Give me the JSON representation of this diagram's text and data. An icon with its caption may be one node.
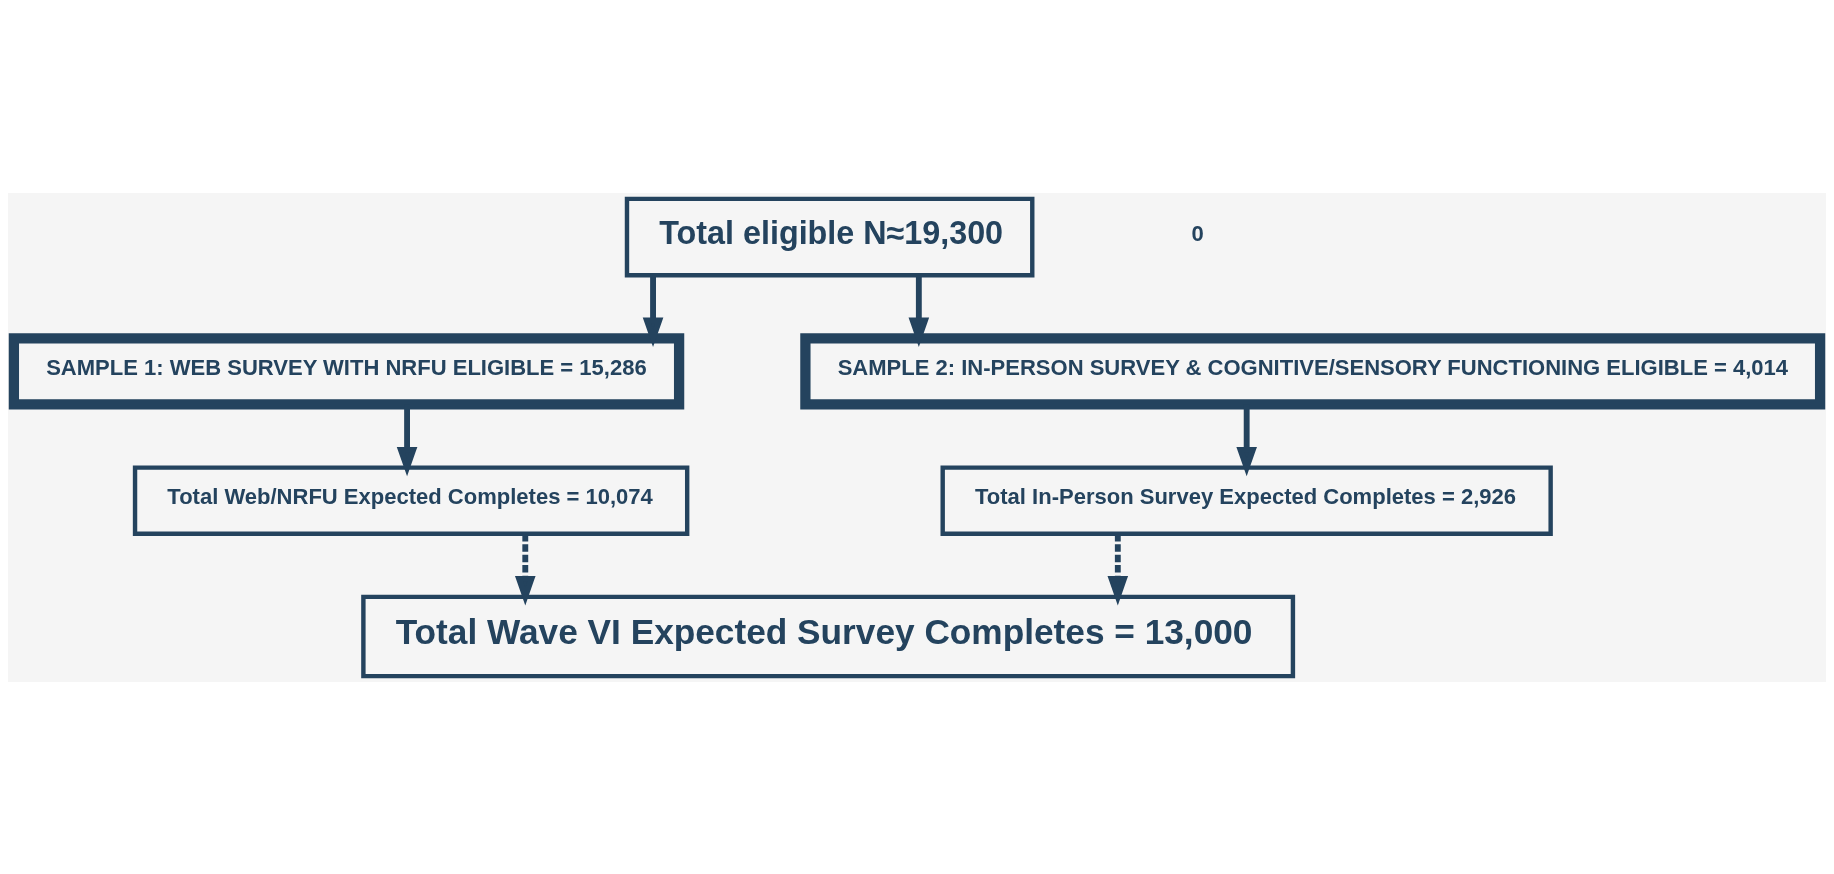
{
  "diagram": {
    "nodes": [
      {
        "text": [
          "Total eligible N≈19,300"
        ]
      },
      {
        "text": [
          "SAMPLE 1: WEB SURVEY WITH NRFU ELIGIBLE = 15,286"
        ]
      },
      {
        "text": [
          "SAMPLE 2: IN-PERSON SURVEY & COGNITIVE/SENSORY FUNCTIONING ELIGIBLE = 4,014"
        ]
      },
      {
        "text": [
          "Total Web/NRFU Expected Completes = 10,074"
        ]
      },
      {
        "text": [
          "Total In-Person Survey Expected Completes = 2,926"
        ]
      },
      {
        "text": [
          "Total Wave VI Expected Survey Completes = 13,000"
        ]
      }
    ],
    "edges": [
      {
        "from": 0,
        "to": 1,
        "arrow": "to"
      },
      {
        "from": 0,
        "to": 2,
        "arrow": "to"
      },
      {
        "from": 1,
        "to": 3,
        "arrow": "to"
      },
      {
        "from": 2,
        "to": 4,
        "arrow": "to"
      },
      {
        "from": 3,
        "to": 5,
        "arrow": "to",
        "style": "dashed"
      },
      {
        "from": 4,
        "to": 5,
        "arrow": "to",
        "style": "dashed"
      }
    ],
    "labels": [
      "0"
    ]
  }
}
